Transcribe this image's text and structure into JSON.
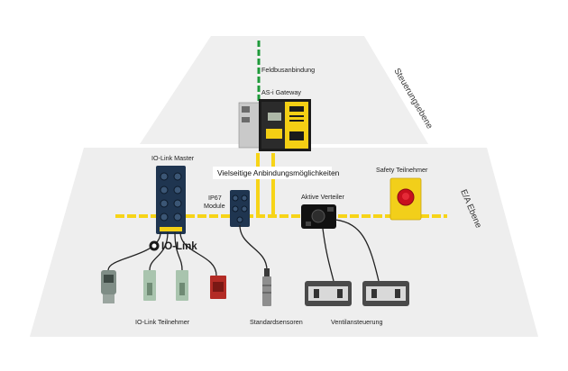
{
  "levels": {
    "upper": "Steuerungsebene",
    "lower": "E/A Ebene"
  },
  "labels": {
    "fieldbus": "Feldbusanbindung",
    "gateway": "AS-i Gateway",
    "connectivity": "Vielseitige Anbindungsmöglichkeiten",
    "iolink_master": "IO-Link Master",
    "ip67_line1": "IP67",
    "ip67_line2": "Module",
    "active_distributor": "Aktive Verteiler",
    "safety": "Safety Teilnehmer",
    "iolink_devices": "IO-Link Teilnehmer",
    "standard_sensors": "Standardsensoren",
    "valve_control": "Ventilansteuerung"
  },
  "logo": {
    "text": "IO-Link"
  },
  "colors": {
    "bus_yellow": "#f7d417",
    "fieldbus_green": "#1e9a3a",
    "plane": "#eeeeee",
    "plane_border": "#dddddd",
    "cable": "#222222",
    "module_blue": "#1f3550",
    "safety_yellow": "#f2cf1a",
    "stop_red": "#c8101e"
  }
}
